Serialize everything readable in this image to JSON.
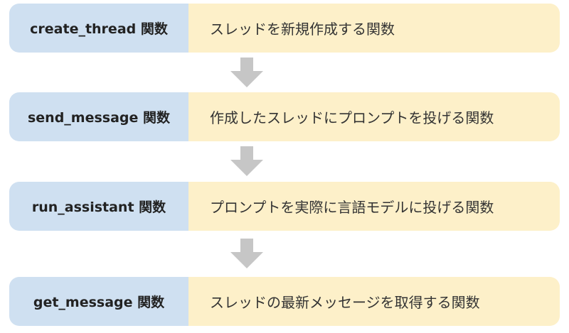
{
  "steps": [
    {
      "function": "create_thread 関数",
      "description": "スレッドを新規作成する関数"
    },
    {
      "function": "send_message 関数",
      "description": "作成したスレッドにプロンプトを投げる関数"
    },
    {
      "function": "run_assistant 関数",
      "description": "プロンプトを実際に言語モデルに投げる関数"
    },
    {
      "function": "get_message 関数",
      "description": "スレッドの最新メッセージを取得する関数"
    }
  ],
  "colors": {
    "function_bg": "#cfe0f1",
    "description_bg": "#fdf0c9",
    "arrow": "#c6c6c6"
  },
  "icons": {
    "arrow": "arrow-down-icon"
  }
}
